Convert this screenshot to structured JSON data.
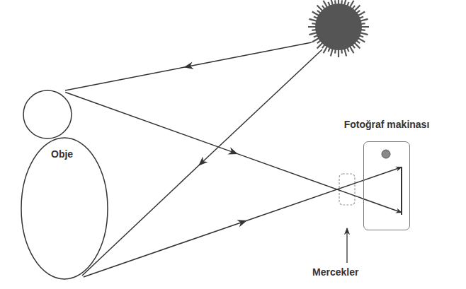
{
  "diagram": {
    "nodes": [
      {
        "text": [
          "Obje"
        ]
      },
      {
        "text": [
          "Fotoğraf makinası"
        ]
      }
    ],
    "edges": [
      {
        "from": 0,
        "to": 1,
        "arrow": "to"
      },
      {
        "from": 0,
        "to": 1,
        "arrow": "to"
      }
    ],
    "labels": [
      "Mercekler"
    ]
  }
}
